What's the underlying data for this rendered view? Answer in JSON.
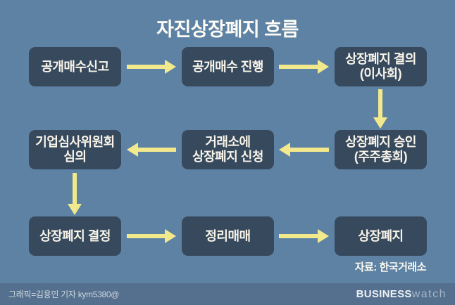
{
  "title": "자진상장폐지 흐름",
  "source": "자료: 한국거래소",
  "flow": {
    "boxes": [
      {
        "label": "공개매수신고"
      },
      {
        "label": "공개매수 진행"
      },
      {
        "label": "상장폐지 결의\n(이사회)"
      },
      {
        "label": "기업심사위원회\n심의"
      },
      {
        "label": "거래소에\n상장폐지 신청"
      },
      {
        "label": "상장폐지 승인\n(주주총회)"
      },
      {
        "label": "상장폐지 결정"
      },
      {
        "label": "정리매매"
      },
      {
        "label": "상장폐지"
      }
    ],
    "sequence": [
      "공개매수신고",
      "공개매수 진행",
      "상장폐지 결의 (이사회)",
      "상장폐지 승인 (주주총회)",
      "거래소에 상장폐지 신청",
      "기업심사위원회 심의",
      "상장폐지 결정",
      "정리매매",
      "상장폐지"
    ]
  },
  "footer": {
    "credit": "그래픽=김용민 기자 kym5380@",
    "logo_bold": "BUSINESS",
    "logo_light": "watch"
  },
  "colors": {
    "background": "#5e82a3",
    "box_fill": "#36495d",
    "box_text": "#f8f4e9",
    "arrow": "#f2e88c",
    "footer_bar": "#54708e"
  }
}
